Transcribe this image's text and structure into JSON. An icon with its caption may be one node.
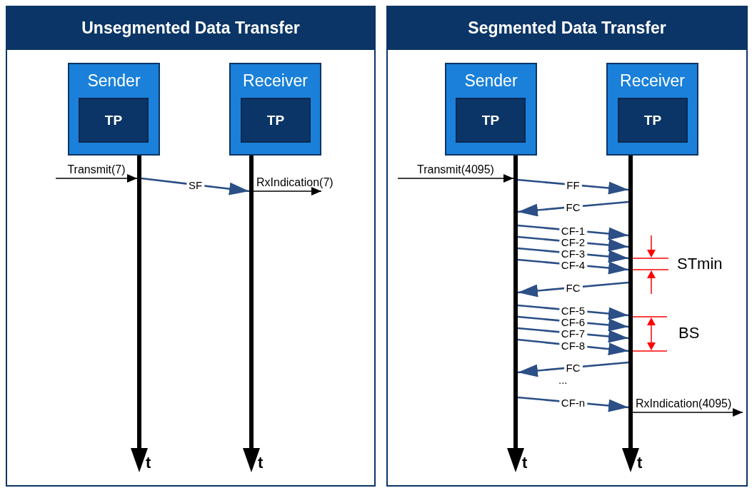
{
  "diagram": {
    "nodes": [
      {
        "text": [
          "Unsegmented Data Transfer"
        ]
      },
      {
        "text": [
          "Sender"
        ],
        "in": 0
      },
      {
        "text": [
          "TP"
        ],
        "in": 1
      },
      {
        "text": [
          "Receiver"
        ],
        "in": 0
      },
      {
        "text": [
          "TP"
        ],
        "in": 3
      },
      {
        "text": [],
        "shape": "bar",
        "in": 0,
        "beside": [
          "t"
        ]
      },
      {
        "text": [],
        "shape": "bar",
        "in": 0,
        "beside": [
          "t"
        ]
      },
      {
        "text": [
          "Segmented Data Transfer"
        ]
      },
      {
        "text": [
          "Sender"
        ],
        "in": 7
      },
      {
        "text": [
          "TP"
        ],
        "in": 8
      },
      {
        "text": [
          "Receiver"
        ],
        "in": 7
      },
      {
        "text": [
          "TP"
        ],
        "in": 10
      },
      {
        "text": [],
        "shape": "bar",
        "in": 7,
        "beside": [
          "t"
        ]
      },
      {
        "text": [],
        "shape": "bar",
        "in": 7,
        "beside": [
          "t"
        ]
      }
    ],
    "edges": [
      {
        "from": null,
        "to": 5,
        "arrow": "to",
        "label": "Transmit(7)",
        "color": "#000000"
      },
      {
        "from": 5,
        "to": 6,
        "arrow": "to",
        "label": "SF"
      },
      {
        "from": 6,
        "to": null,
        "arrow": "to",
        "label": "RxIndication(7)",
        "color": "#000000"
      },
      {
        "from": null,
        "to": 12,
        "arrow": "to",
        "label": "Transmit(4095)",
        "color": "#000000"
      },
      {
        "from": 12,
        "to": 13,
        "arrow": "to",
        "label": "FF"
      },
      {
        "from": 13,
        "to": 12,
        "arrow": "to",
        "label": "FC"
      },
      {
        "from": 12,
        "to": 13,
        "arrow": "to",
        "label": "CF-1"
      },
      {
        "from": 12,
        "to": 13,
        "arrow": "to",
        "label": "CF-2"
      },
      {
        "from": 12,
        "to": 13,
        "arrow": "to",
        "label": "CF-3"
      },
      {
        "from": 12,
        "to": 13,
        "arrow": "to",
        "label": "CF-4"
      },
      {
        "from": 13,
        "to": 12,
        "arrow": "to",
        "label": "FC"
      },
      {
        "from": 12,
        "to": 13,
        "arrow": "to",
        "label": "CF-5"
      },
      {
        "from": 12,
        "to": 13,
        "arrow": "to",
        "label": "CF-6"
      },
      {
        "from": 12,
        "to": 13,
        "arrow": "to",
        "label": "CF-7"
      },
      {
        "from": 12,
        "to": 13,
        "arrow": "to",
        "label": "CF-8"
      },
      {
        "from": 13,
        "to": 12,
        "arrow": "to",
        "label": "FC"
      },
      {
        "from": 12,
        "to": 13,
        "arrow": "to",
        "label": "CF-n"
      },
      {
        "from": 13,
        "to": null,
        "arrow": "to",
        "label": "RxIndication(4095)",
        "color": "#000000"
      }
    ],
    "labels": [
      "STmin",
      "BS",
      "..."
    ]
  }
}
